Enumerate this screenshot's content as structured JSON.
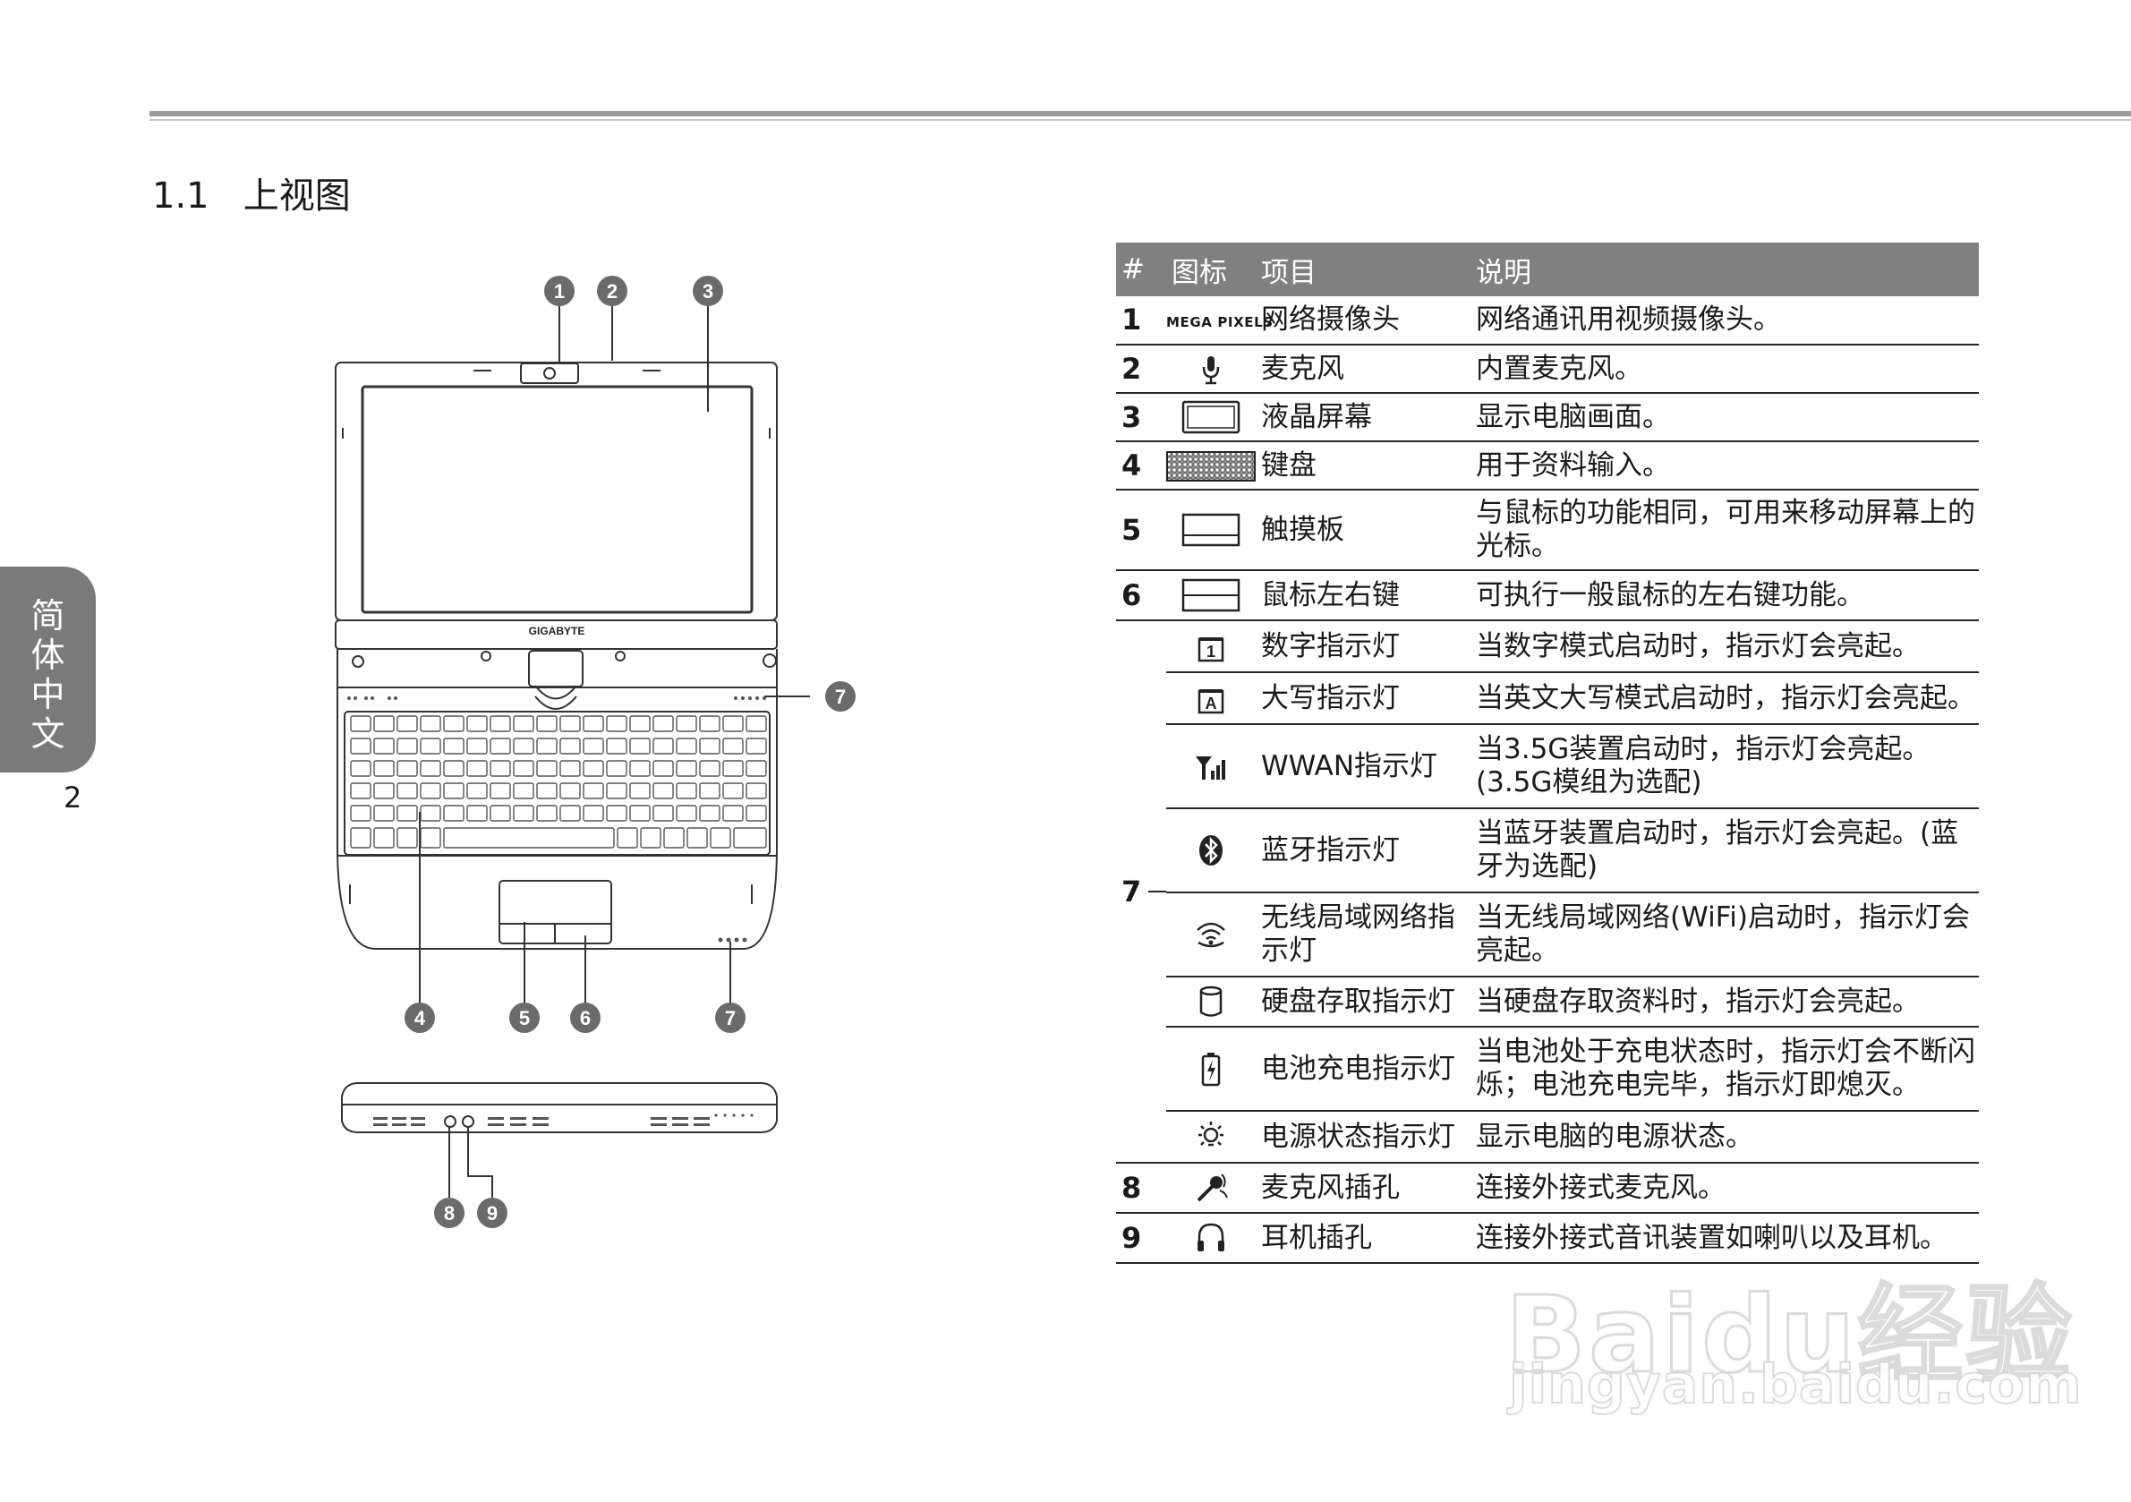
{
  "heading": "1.1   上视图",
  "side_tab": [
    "简",
    "体",
    "中",
    "文"
  ],
  "page_number": "2",
  "figure": {
    "brand": "GIGABYTE",
    "callouts": [
      "1",
      "2",
      "3",
      "4",
      "5",
      "6",
      "7",
      "7",
      "8",
      "9"
    ]
  },
  "table": {
    "headers": [
      "#",
      "图标",
      "项目",
      "说明"
    ],
    "mega_pixels": "MEGA PIXELS",
    "rows": [
      {
        "num": "1",
        "icon": "webcam-icon",
        "item": "网络摄像头",
        "desc": "网络通讯用视频摄像头。"
      },
      {
        "num": "2",
        "icon": "microphone-icon",
        "item": "麦克风",
        "desc": "内置麦克风。"
      },
      {
        "num": "3",
        "icon": "lcd-screen-icon",
        "item": "液晶屏幕",
        "desc": "显示电脑画面。"
      },
      {
        "num": "4",
        "icon": "keyboard-icon",
        "item": "键盘",
        "desc": "用于资料输入。"
      },
      {
        "num": "5",
        "icon": "touchpad-icon",
        "item": "触摸板",
        "desc": "与鼠标的功能相同，可用来移动屏幕上的光标。"
      },
      {
        "num": "6",
        "icon": "mouse-buttons-icon",
        "item": "鼠标左右键",
        "desc": "可执行一般鼠标的左右键功能。"
      }
    ],
    "group7_num": "7",
    "group7": [
      {
        "icon": "num-lock-icon",
        "item": "数字指示灯",
        "desc": "当数字模式启动时，指示灯会亮起。"
      },
      {
        "icon": "caps-lock-icon",
        "item": "大写指示灯",
        "desc": "当英文大写模式启动时，指示灯会亮起。"
      },
      {
        "icon": "wwan-icon",
        "item": "WWAN指示灯",
        "desc": "当3.5G装置启动时，指示灯会亮起。(3.5G模组为选配)"
      },
      {
        "icon": "bluetooth-icon",
        "item": "蓝牙指示灯",
        "desc": "当蓝牙装置启动时，指示灯会亮起。(蓝牙为选配)"
      },
      {
        "icon": "wifi-icon",
        "item": "无线局域网络指示灯",
        "desc": "当无线局域网络(WiFi)启动时，指示灯会亮起。"
      },
      {
        "icon": "hdd-icon",
        "item": "硬盘存取指示灯",
        "desc": "当硬盘存取资料时，指示灯会亮起。"
      },
      {
        "icon": "battery-charge-icon",
        "item": "电池充电指示灯",
        "desc": "当电池处于充电状态时，指示灯会不断闪烁；电池充电完毕，指示灯即熄灭。"
      },
      {
        "icon": "power-status-icon",
        "item": "电源状态指示灯",
        "desc": "显示电脑的电源状态。"
      }
    ],
    "rows_tail": [
      {
        "num": "8",
        "icon": "mic-jack-icon",
        "item": "麦克风插孔",
        "desc": "连接外接式麦克风。"
      },
      {
        "num": "9",
        "icon": "headphone-icon",
        "item": "耳机插孔",
        "desc": "连接外接式音讯装置如喇叭以及耳机。"
      }
    ]
  },
  "watermark": {
    "line1": "Baidu经验",
    "line2": "jingyan.baidu.com"
  }
}
